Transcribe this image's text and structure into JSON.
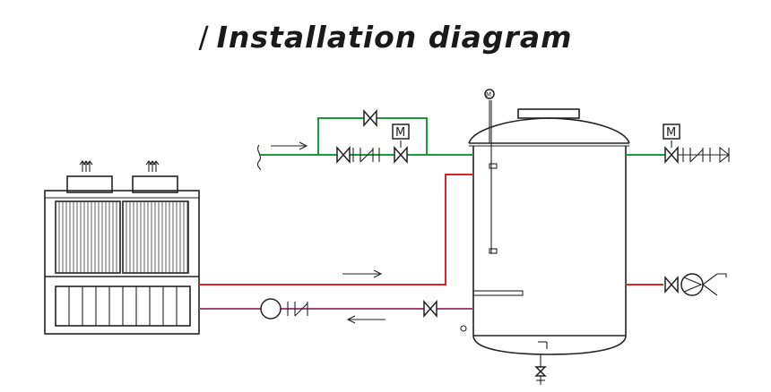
{
  "title": {
    "slash": "/",
    "text": "Installation diagram"
  },
  "labels": {
    "motor_1": "M",
    "motor_2": "M",
    "gauge": "M"
  },
  "colors": {
    "green": "#1a9a3c",
    "red": "#d9252a",
    "purple": "#a0457a",
    "line": "#222222"
  },
  "icons": [
    "heat-up-icon",
    "heat-up-icon",
    "gate-valve-icon",
    "check-valve-icon",
    "motorized-valve-icon",
    "pump-icon",
    "pressure-gauge-icon",
    "flow-arrow-icon"
  ]
}
